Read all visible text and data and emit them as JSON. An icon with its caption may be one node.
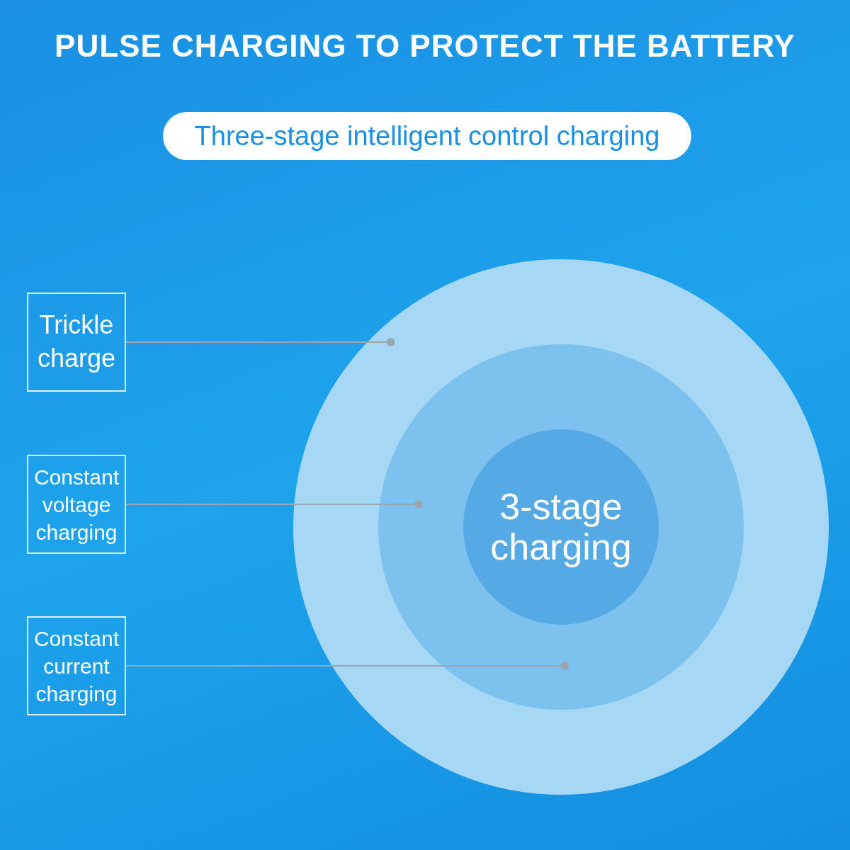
{
  "diagram": {
    "title": "PULSE CHARGING TO PROTECT THE BATTERY",
    "nodes": [
      {
        "text": [
          "Three-stage intelligent control charging"
        ]
      },
      {
        "text": [
          "Trickle charge"
        ]
      },
      {
        "text": [
          "Constant voltage charging"
        ]
      },
      {
        "text": [
          "Constant current charging"
        ]
      },
      {
        "text": [],
        "shape": "circle"
      },
      {
        "text": [],
        "shape": "circle",
        "in": 4
      },
      {
        "text": [
          "3-stage charging"
        ],
        "in": 5
      }
    ],
    "edges": [
      {
        "from": 1,
        "to": 4,
        "arrow": "other"
      },
      {
        "from": 2,
        "to": 5,
        "arrow": "other"
      },
      {
        "from": 3,
        "to": 5,
        "arrow": "other"
      }
    ]
  }
}
